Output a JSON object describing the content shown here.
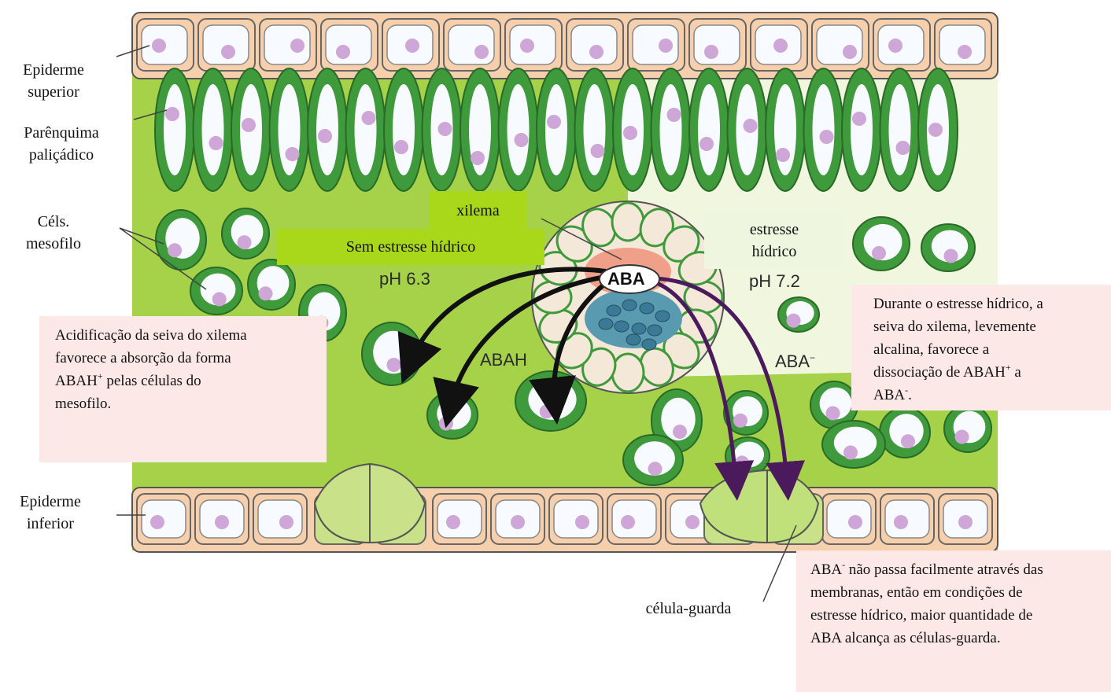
{
  "labels": {
    "upper_epidermis": [
      "Epiderme",
      "superior"
    ],
    "palisade": [
      "Parênquima",
      "paliçádico"
    ],
    "mesophyll": [
      "Céls.",
      "mesofilo"
    ],
    "lower_epidermis": [
      "Epiderme",
      "inferior"
    ],
    "guard_cell": "célula-guarda"
  },
  "tags": {
    "xylem": "xilema",
    "no_stress": "Sem estresse hídrico",
    "stress_line1": "estresse",
    "stress_line2": "hídrico"
  },
  "figure_text": {
    "ph_left": "pH 6.3",
    "ph_right": "pH 7.2",
    "abah": "ABAH",
    "aba_minus": "ABA",
    "aba_center": "ABA"
  },
  "callouts": {
    "left": {
      "l1": "Acidificação da seiva do xilema",
      "l2": "favorece a absorção da forma",
      "l3a": "ABAH",
      "l3b": " pelas células do",
      "l4": "mesofilo."
    },
    "right": {
      "l1": "Durante o estresse hídrico, a",
      "l2": "seiva do xilema, levemente",
      "l3": "alcalina, favorece a",
      "l4a": "dissociação de ABAH",
      "l4b": " a",
      "l5a": "ABA",
      "l5b": "."
    },
    "bottom": {
      "l1a": "ABA",
      "l1b": " não passa facilmente através das",
      "l2": "membranas, então em condições de",
      "l3": "estresse hídrico, maior quantidade de",
      "l4": "ABA alcança as células-guarda."
    }
  },
  "colors": {
    "leaf_green": "#a6d24a",
    "leaf_light": "#f1f6df",
    "cell_green": "#3e9a3a",
    "epidermis_peach": "#f6cfac",
    "nucleus": "#cfa6d8",
    "arrow_black": "#111111",
    "arrow_purple": "#4a1a5c",
    "callout_pink": "#fde8e8",
    "tag_green": "#a9d81a"
  }
}
